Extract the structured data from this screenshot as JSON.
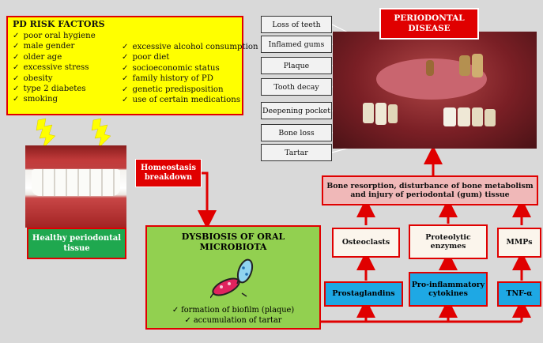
{
  "risk_factors": {
    "title": "PD RISK FACTORS",
    "col1": [
      "poor oral hygiene",
      "male gender",
      "older age",
      "excessive stress",
      "obesity",
      "type 2 diabetes",
      "smoking"
    ],
    "col2": [
      "excessive alcohol consumption",
      "poor diet",
      "socioeconomic status",
      "family history of PD",
      "genetic predisposition",
      "use of certain medications"
    ]
  },
  "healthy": {
    "label": "Healthy periodontal tissue"
  },
  "homeostasis": {
    "label": "Homeostasis breakdown"
  },
  "dysbiosis": {
    "title": "DYSBIOSIS OF ORAL MICROBIOTA",
    "bullet1": "formation of biofilm (plaque)",
    "bullet2": "accumulation of tartar"
  },
  "periodontal": {
    "title": "PERIODONTAL DISEASE",
    "tags": [
      "Loss of teeth",
      "Inflamed gums",
      "Plaque",
      "Tooth decay",
      "Deepening pocket",
      "Bone loss",
      "Tartar"
    ]
  },
  "outcome": {
    "label": "Bone resorption, disturbance of bone metabolism and injury of periodontal (gum) tissue"
  },
  "mediators": {
    "osteoclasts": "Osteoclasts",
    "proteolytic": "Proteolytic enzymes",
    "mmps": "MMPs",
    "prostaglandins": "Prostaglandins",
    "cytokines": "Pro-inflammatory cytokines",
    "tnf": "TNF-α"
  },
  "colors": {
    "accent": "#e00000",
    "risk_bg": "#ffff00",
    "healthy_bg": "#1fa84f",
    "dysbiosis_bg": "#92d050",
    "blue_bg": "#1ea8e4",
    "pink_bg": "#f0b8b8"
  }
}
